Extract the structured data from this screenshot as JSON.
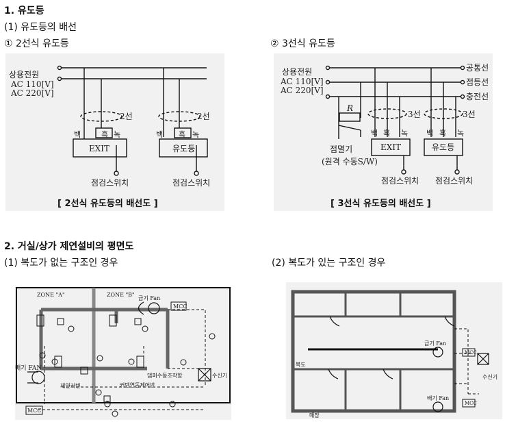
{
  "section1": {
    "title": "1. 유도등",
    "sub1": "(1) 유도등의 배선",
    "case1": "① 2선식 유도등",
    "case2": "② 3선식 유도등",
    "caption1": "[ 2선식 유도등의 배선도 ]",
    "caption2": "[ 3선식 유도등의 배선도 ]"
  },
  "diagram1": {
    "supply": "상용전원",
    "ac110": "AC 110[V]",
    "ac220": "AC 220[V]",
    "wire2": "2선",
    "white": "백",
    "black": "흑",
    "green": "녹",
    "exit": "EXIT",
    "guide": "유도등",
    "testsw": "점검스위치"
  },
  "diagram2": {
    "supply": "상용전원",
    "ac110": "AC 110[V]",
    "ac220": "AC 220[V]",
    "common": "공통선",
    "lamp": "점등선",
    "charge": "충전선",
    "wire3": "3선",
    "relay": "R",
    "switch_label": "점멸기",
    "switch_note": "(원격 수동S/W)",
    "white": "백",
    "black": "흑",
    "green": "녹",
    "exit": "EXIT",
    "guide": "유도등",
    "testsw": "점검스위치"
  },
  "section2": {
    "title": "2. 거실/상가 제연설비의 평면도",
    "case1": "(1) 복도가 없는 구조인 경우",
    "case2": "(2) 복도가 있는 구조인 경우"
  },
  "plan1": {
    "zone_a": "ZONE \"A\"",
    "zone_b": "ZONE \"B\"",
    "supply_fan": "급기 Fan",
    "exhaust_fan": "배기 FAN",
    "mcc": "MCC",
    "curtain": "제연커텐",
    "damper_panel": "댐퍼수동조작함",
    "curtain_panel": "커텐연동제어반",
    "receiver": "수신기"
  },
  "plan2": {
    "supply_fan": "급기 Fan",
    "exhaust_fan": "배기 Fan",
    "mcc": "MCC",
    "corridor": "복도",
    "store": "매장",
    "receiver": "수신기"
  }
}
